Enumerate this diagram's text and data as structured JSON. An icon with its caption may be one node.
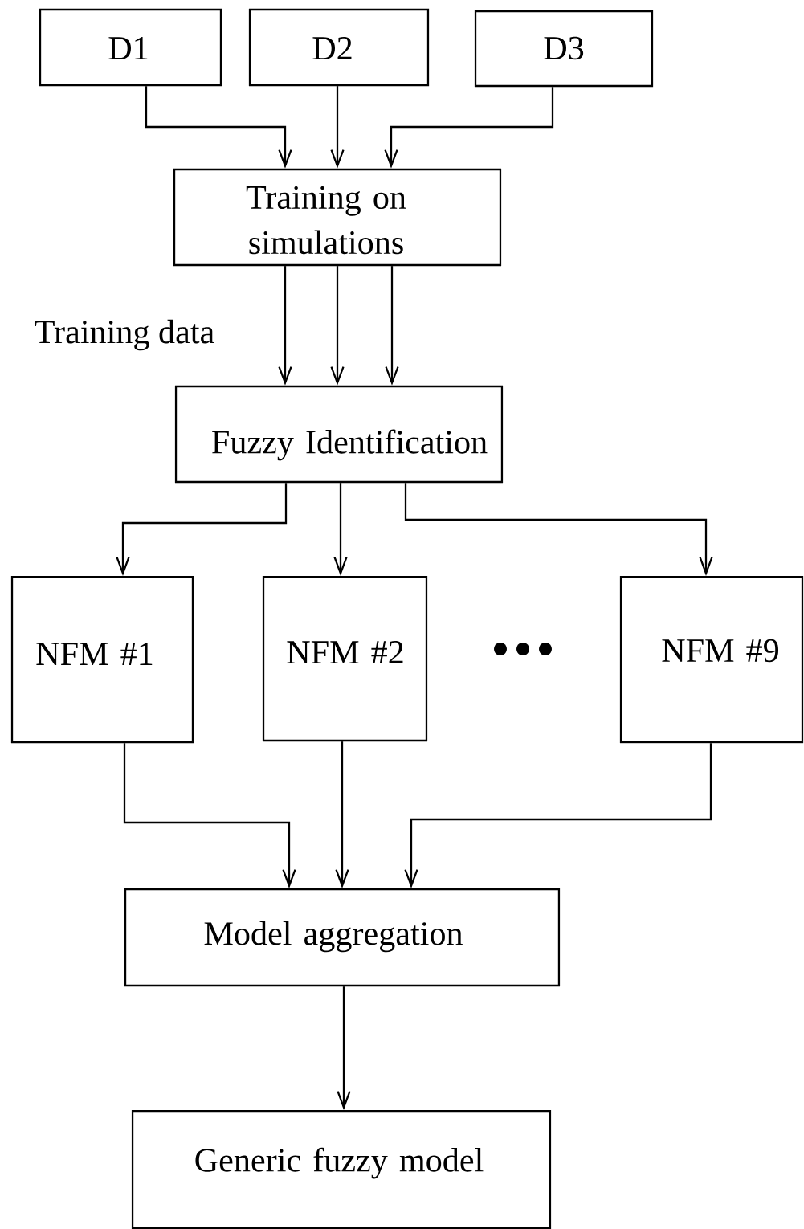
{
  "diagram": {
    "nodes": [
      {
        "text": [
          "D1"
        ]
      },
      {
        "text": [
          "D2"
        ]
      },
      {
        "text": [
          "D3"
        ]
      },
      {
        "text": [
          "Training on simulations"
        ]
      },
      {
        "text": [
          "Fuzzy Identification"
        ]
      },
      {
        "text": [
          "NFM #1"
        ]
      },
      {
        "text": [
          "NFM #2"
        ]
      },
      {
        "text": [
          "NFM #9"
        ]
      },
      {
        "text": [
          "Model aggregation"
        ]
      },
      {
        "text": [
          "Generic fuzzy model"
        ]
      }
    ],
    "edges": [
      {
        "from": 0,
        "to": 3,
        "arrow": "to"
      },
      {
        "from": 1,
        "to": 3,
        "arrow": "to"
      },
      {
        "from": 2,
        "to": 3,
        "arrow": "to"
      },
      {
        "from": 3,
        "to": 4,
        "arrow": "to"
      },
      {
        "from": 3,
        "to": 4,
        "arrow": "to"
      },
      {
        "from": 3,
        "to": 4,
        "arrow": "to"
      },
      {
        "from": 4,
        "to": 5,
        "arrow": "to"
      },
      {
        "from": 4,
        "to": 6,
        "arrow": "to"
      },
      {
        "from": 4,
        "to": 7,
        "arrow": "to"
      },
      {
        "from": 5,
        "to": 8,
        "arrow": "to"
      },
      {
        "from": 6,
        "to": 8,
        "arrow": "to"
      },
      {
        "from": 7,
        "to": 8,
        "arrow": "to"
      },
      {
        "from": 8,
        "to": 9,
        "arrow": "to"
      }
    ],
    "labels": [
      "Training data"
    ]
  }
}
